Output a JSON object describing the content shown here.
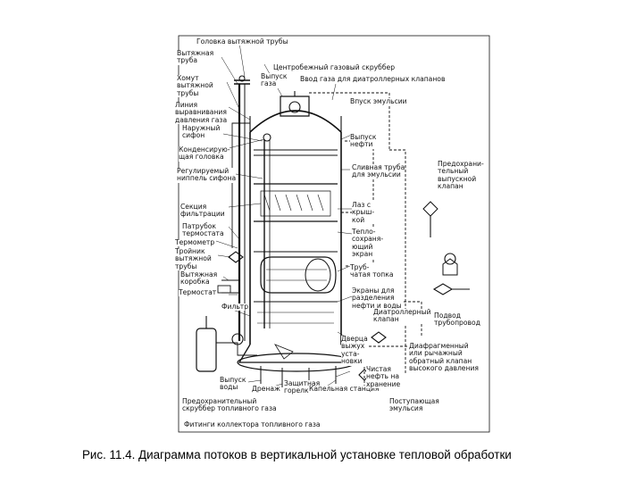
{
  "caption": "Рис. 11.4. Диаграмма потоков в вертикальной установке тепловой обработки",
  "labels": {
    "golovka": "Головка вытяжной трубы",
    "vytyazhnaya_truba": "Вытяжная\nтруба",
    "skrubber": "Центробежный газовый скруббер",
    "vypusk_gaza": "Выпуск\nгаза",
    "vvod_gaza": "Ввод газа для диатроллерных клапанов",
    "khomut": "Хомут\nвытяжной\nтрубы",
    "vpusk_emulsii": "Впуск эмульсии",
    "liniya": "Линия\nвыравнивания\nдавления газа",
    "naruzhnyy_sifon": "Наружный\nсифон",
    "kondens": "Конденсирую-\nщая головка",
    "vypusk_nefti": "Выпуск\nнефти",
    "reguliruemyy": "Регулируемый\nниппель сифона",
    "slivnaya": "Сливная труба\nдля эмульсии",
    "predokhr_klapan": "Предохрани-\nтельный\nвыпускной\nклапан",
    "sektsiya": "Секция\nфильтрации",
    "laz": "Лаз с\nкрыш-\nкой",
    "patrubok": "Патрубок\nтермостата",
    "teplo": "Тепло-\nсохраня-\nющий\nэкран",
    "termometr": "Термометр",
    "troynik": "Тройник\nвытяжной\nтрубы",
    "trubchataya": "Труб-\nчатая топка",
    "vytyazhnaya_korobka": "Вытяжная\nкоробка",
    "termostat": "Термостат",
    "ekrany": "Экраны для\nразделения\nнефти и воды",
    "filtr": "Фильтр",
    "diatrollerny": "Диатроллерный\nклапан",
    "podvod": "Подвод\nтрубопровод",
    "dvertsa": "Дверца\nвыжух\nуста-\nновки",
    "diafragm": "Диафрагменный\nили рычажный\nобратный клапан\nвысокого давления",
    "vypusk_vody": "Выпуск\nводы",
    "drenazh": "Дренаж",
    "zashchitnaya": "Защитная\nгорелка",
    "kapelnaya": "Капельная станция",
    "chistaya": "Чистая\nнефть на\nхранение",
    "predokhr_skrubber": "Предохранительный\nскруббер топливного газа",
    "postupayushchaya": "Поступающая\nэмульсия",
    "fitingi": "Фитинги коллектора топливного газа"
  }
}
